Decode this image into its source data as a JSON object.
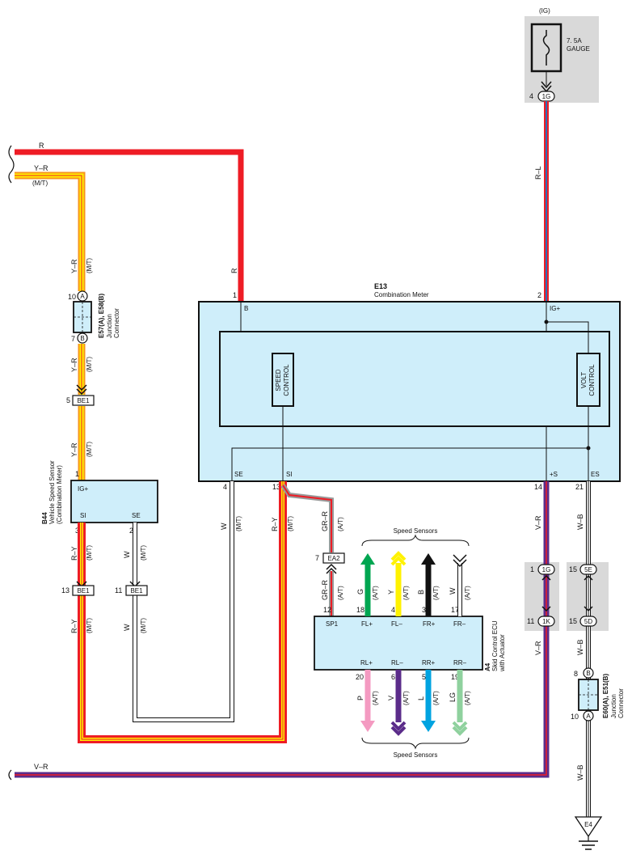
{
  "fuse": {
    "circuit": "(IG)",
    "rating": "7. 5A",
    "name": "GAUGE"
  },
  "pins": {
    "p4": "4",
    "p1": "1",
    "p2": "2",
    "p10": "10",
    "p7": "7",
    "p5": "5",
    "p13": "13",
    "p3": "3",
    "p11": "11",
    "p14": "14",
    "p21": "21",
    "p15": "15",
    "p8": "8",
    "p18": "18",
    "p12": "12",
    "p17": "17",
    "p20": "20",
    "p6": "6",
    "p19": "19"
  },
  "connectors": {
    "c1G": "1G",
    "c1K": "1K",
    "c5E": "5E",
    "c5D": "5D",
    "cA": "A",
    "cB": "B",
    "cBE1": "BE1",
    "cEA2": "EA2",
    "cE4": "E4"
  },
  "wires": {
    "R": "R",
    "YR": "Y–R",
    "RL": "R–L",
    "RY": "R–Y",
    "W": "W",
    "GRR": "GR–R",
    "VR": "V–R",
    "WB": "W–B",
    "G": "G",
    "Y": "Y",
    "B": "B",
    "L": "L",
    "P": "P",
    "V": "V",
    "LG": "LG",
    "MT": "(M/T)",
    "AT": "(A/T)"
  },
  "meter": {
    "code": "E13",
    "name": "Combination Meter",
    "terms": {
      "B": "B",
      "IG": "IG+",
      "SE": "SE",
      "SI": "SI",
      "S": "+S",
      "ES": "ES"
    },
    "speed_control_1": "SPEED",
    "speed_control_2": "CONTROL",
    "volt_control_1": "VOLT",
    "volt_control_2": "CONTROL"
  },
  "sensor": {
    "code": "B44",
    "name1": "Vehicle Speed Sensor",
    "name2": "(Combination Meter)",
    "terms": {
      "IG": "IG+",
      "SI": "SI",
      "SE": "SE"
    }
  },
  "jc1": {
    "code": "E57(A), E58(B)",
    "name1": "Junction",
    "name2": "Connector"
  },
  "jc2": {
    "code": "E60(A), E51(B)",
    "name1": "Junction",
    "name2": "Connector"
  },
  "ecu": {
    "code": "A4",
    "name1": "Skid Control ECU",
    "name2": "with Actuator",
    "terms": {
      "SP1": "SP1",
      "FLp": "FL+",
      "FLm": "FL–",
      "FRp": "FR+",
      "FRm": "FR–",
      "RLp": "RL+",
      "RLm": "RL–",
      "RRp": "RR+",
      "RRm": "RR–"
    }
  },
  "speed_sensors": "Speed Sensors",
  "colors": {
    "red": "#ee1c25",
    "yellow": "#fff200",
    "orange": "#f7941d",
    "blue": "#2e6db4",
    "purple": "#5b2c8a",
    "green": "#00a651",
    "pink": "#f49ac1",
    "lblue": "#00a3e0",
    "lgreen": "#8fd19e",
    "black": "#111111",
    "gray": "#999999",
    "box": "#cfeefa",
    "fusebg": "#d9d9d9"
  }
}
